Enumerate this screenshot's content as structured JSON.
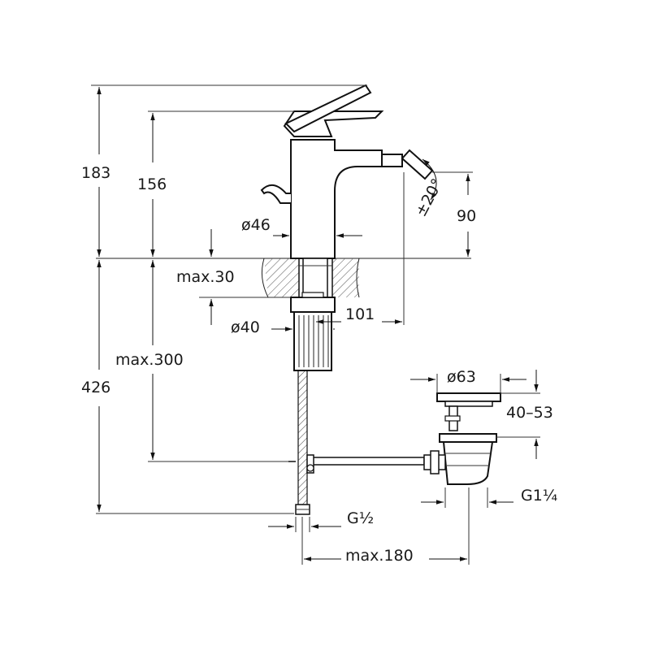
{
  "labels": {
    "h183": "183",
    "h156": "156",
    "h90": "90",
    "h426": "426",
    "angle": "±20°",
    "d46": "ø46",
    "max30": "max.30",
    "d40": "ø40",
    "w101": "101",
    "max300": "max.300",
    "d63": "ø63",
    "range4053": "40–53",
    "g12": "G½",
    "g114": "G1¼",
    "max180": "max.180"
  },
  "colors": {
    "line": "#1a1a1a",
    "hatch": "#555555",
    "background": "#ffffff"
  }
}
